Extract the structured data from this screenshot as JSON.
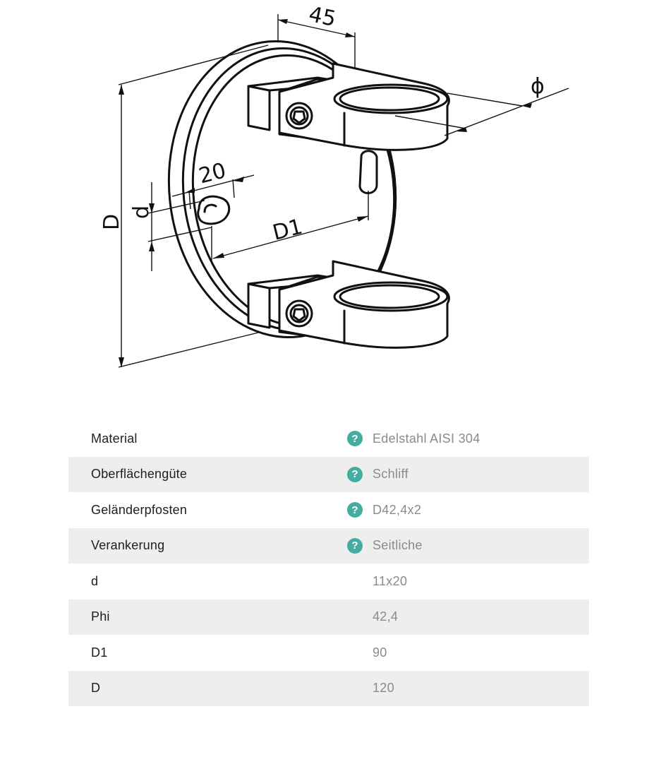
{
  "drawing": {
    "dim_45": "45",
    "dim_phi": "ϕ",
    "dim_20": "20",
    "dim_d": "d",
    "dim_D1": "D1",
    "dim_D": "D"
  },
  "specs": [
    {
      "label": "Material",
      "value": "Edelstahl AISI 304",
      "help": true
    },
    {
      "label": "Oberflächengüte",
      "value": "Schliff",
      "help": true
    },
    {
      "label": "Geländerpfosten",
      "value": "D42,4x2",
      "help": true
    },
    {
      "label": "Verankerung",
      "value": "Seitliche",
      "help": true
    },
    {
      "label": "d",
      "value": "11x20",
      "help": false
    },
    {
      "label": "Phi",
      "value": "42,4",
      "help": false
    },
    {
      "label": "D1",
      "value": "90",
      "help": false
    },
    {
      "label": "D",
      "value": "120",
      "help": false
    }
  ],
  "help_icon_glyph": "?",
  "colors": {
    "help_icon": "#45aca1",
    "row_alt": "#eeeeee"
  }
}
